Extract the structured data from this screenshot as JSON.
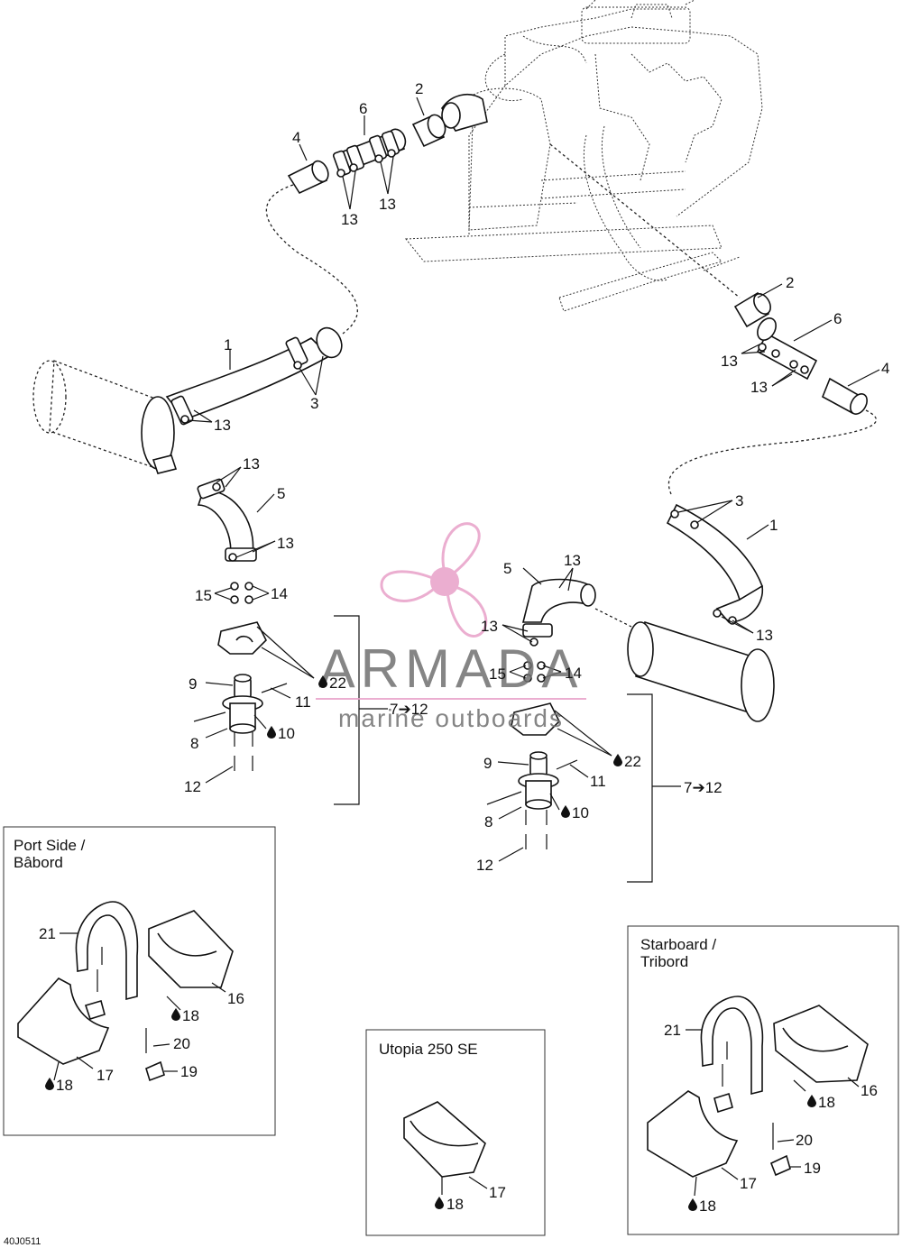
{
  "diagram_code": "40J0511",
  "watermark": {
    "brand": "ARMADA",
    "tagline": "marine outboards",
    "color": "#e8a0c8"
  },
  "inset_boxes": {
    "port": {
      "title_line1": "Port Side /",
      "title_line2": "Bâbord"
    },
    "utopia": {
      "title": "Utopia 250 SE"
    },
    "starboard": {
      "title_line1": "Starboard /",
      "title_line2": "Tribord"
    }
  },
  "callouts": {
    "c1": "1",
    "c2": "2",
    "c3": "3",
    "c4": "4",
    "c5": "5",
    "c6": "6",
    "c8": "8",
    "c9": "9",
    "c10": "10",
    "c11": "11",
    "c12": "12",
    "c13": "13",
    "c14": "14",
    "c15": "15",
    "c16": "16",
    "c17": "17",
    "c18": "18",
    "c19": "19",
    "c20": "20",
    "c21": "21",
    "c22": "22",
    "range": "7➔12"
  },
  "icons": {
    "drop": "oil-drop-icon"
  }
}
